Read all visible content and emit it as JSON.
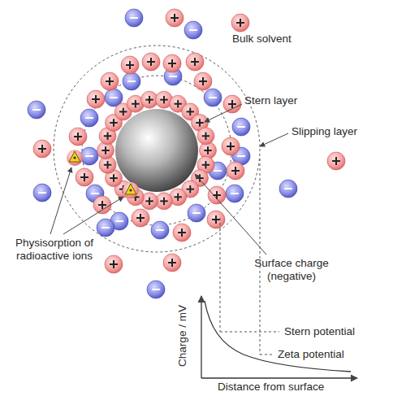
{
  "diagram": {
    "labels": [
      "Bulk solvent",
      "Stern layer",
      "Slipping layer",
      "Physisorption of radioactive ions",
      "Surface charge (negative)",
      "Stern potential",
      "Zeta potential",
      "Charge / mV",
      "Distance from surface"
    ]
  }
}
